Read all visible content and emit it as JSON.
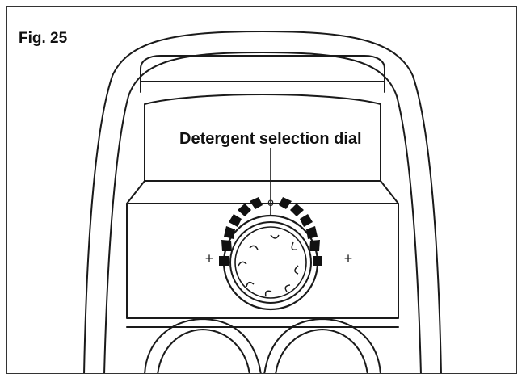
{
  "figure": {
    "label": "Fig. 25"
  },
  "callout": {
    "text": "Detergent selection dial"
  },
  "dial": {
    "top_marker": "o",
    "left_sign": "+",
    "right_sign": "+"
  },
  "colors": {
    "line": "#1a1a1a",
    "background": "#ffffff"
  }
}
